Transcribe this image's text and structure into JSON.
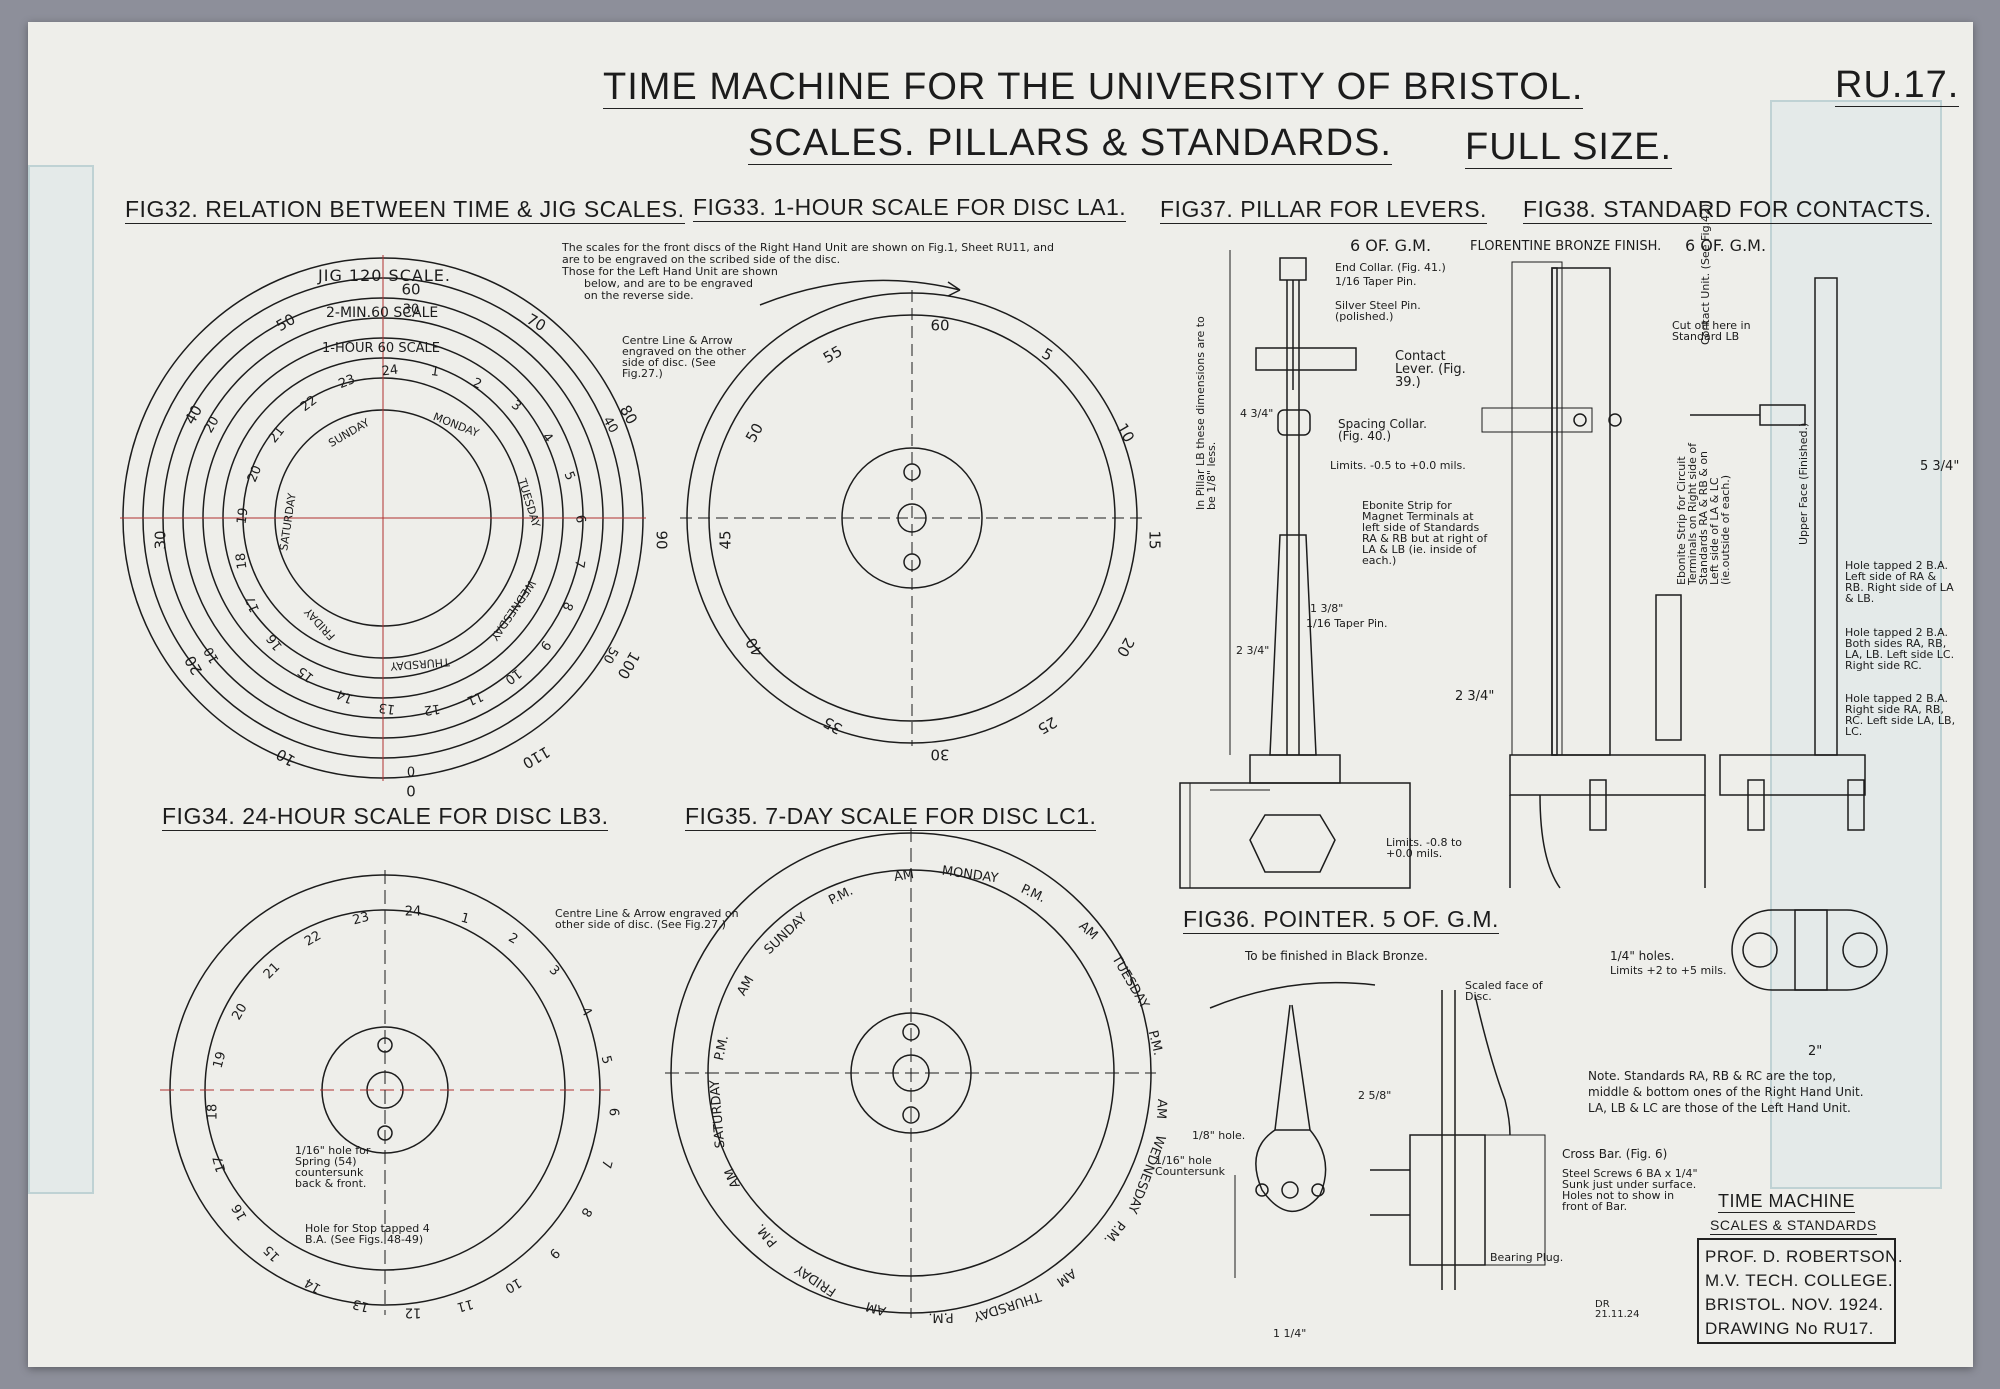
{
  "header": {
    "title": "TIME MACHINE FOR THE UNIVERSITY OF BRISTOL.",
    "subtitle": "SCALES. PILLARS & STANDARDS.",
    "scale_note": "FULL SIZE.",
    "drawing_ref": "RU.17."
  },
  "figures": {
    "fig32": "FIG32. RELATION BETWEEN TIME & JIG SCALES.",
    "fig33": "FIG33. 1-HOUR SCALE FOR DISC LA1.",
    "fig37": "FIG37. PILLAR FOR LEVERS.",
    "fig38": "FIG38. STANDARD FOR CONTACTS.",
    "fig34": "FIG34. 24-HOUR SCALE FOR DISC LB3.",
    "fig35": "FIG35. 7-DAY SCALE FOR DISC LC1.",
    "fig36": "FIG36. POINTER. 5 OF. G.M."
  },
  "notes": {
    "front_discs_1": "The scales for the front discs of the Right Hand Unit are shown on Fig.1, Sheet RU11, and",
    "front_discs_2": "are to be engraved on the scribed side of the disc.",
    "front_discs_3": "Those for the Left Hand Unit are shown",
    "front_discs_4": "below, and are to be engraved",
    "front_discs_5": "on the reverse side.",
    "centre_line_33": "Centre Line & Arrow engraved on the other side of disc. (See Fig.27.)",
    "centre_line_34": "Centre Line & Arrow engraved on other side of disc. (See Fig.27.)",
    "spring_hole": "1/16\" hole for Spring (54) countersunk back & front.",
    "stop_hole": "Hole for Stop tapped 4 B.A. (See Figs. 48-49)",
    "standards_note_1": "Note. Standards RA, RB & RC are the top,",
    "standards_note_2": "middle & bottom ones of the Right Hand Unit.",
    "standards_note_3": "LA, LB & LC are those of the Left Hand Unit.",
    "black_bronze": "To be finished in Black Bronze."
  },
  "fig32_scales": {
    "jig": "JIG 120 SCALE.",
    "two_min": "2-MIN.60 SCALE",
    "one_hour": "1-HOUR 60 SCALE",
    "outer_numbers": [
      "0",
      "10",
      "20",
      "30",
      "40",
      "50",
      "60",
      "70",
      "80",
      "90",
      "100",
      "110"
    ],
    "mid_numbers": [
      "0",
      "10",
      "20",
      "30",
      "40",
      "50"
    ],
    "hour_numbers": [
      "23",
      "24",
      "1",
      "2",
      "3",
      "4",
      "5",
      "6",
      "7",
      "8",
      "9",
      "10",
      "11",
      "12",
      "13",
      "14",
      "15",
      "16",
      "17",
      "18",
      "19",
      "20",
      "21",
      "22"
    ],
    "days": [
      "SUNDAY",
      "MONDAY",
      "TUESDAY",
      "WEDNESDAY",
      "THURSDAY",
      "FRIDAY",
      "SATURDAY"
    ]
  },
  "fig33_numbers": [
    "60",
    "5",
    "10",
    "15",
    "20",
    "25",
    "30",
    "35",
    "40",
    "45",
    "50",
    "55"
  ],
  "fig34_numbers": [
    "24",
    "1",
    "2",
    "3",
    "4",
    "5",
    "6",
    "7",
    "8",
    "9",
    "10",
    "11",
    "12",
    "13",
    "14",
    "15",
    "16",
    "17",
    "18",
    "19",
    "20",
    "21",
    "22",
    "23"
  ],
  "fig35_labels": [
    "MONDAY",
    "P.M.",
    "AM",
    "TUESDAY",
    "P.M.",
    "AM",
    "WEDNESDAY",
    "P.M.",
    "AM",
    "THURSDAY",
    "P.M.",
    "AM",
    "FRIDAY",
    "P.M.",
    "AM",
    "SATURDAY",
    "P.M.",
    "AM",
    "SUNDAY",
    "P.M.",
    "AM"
  ],
  "fig37": {
    "qty": "6 OF. G.M.",
    "end_collar": "End Collar. (Fig. 41.)",
    "taper_pin_top": "1/16 Taper Pin.",
    "silver_pin": "Silver Steel Pin. (polished.)",
    "contact_lever": "Contact Lever. (Fig. 39.)",
    "spacing_collar": "Spacing Collar. (Fig. 40.)",
    "limits_mid": "Limits. -0.5 to +0.0 mils.",
    "taper_pin": "1/16 Taper Pin.",
    "limits_low": "Limits. -0.8 to +0.0 mils.",
    "pillar_note": "In Pillar LB these dimensions are to be 1/8\" less.",
    "ebonite": "Ebonite Strip for Magnet Terminals at left side of Standards RA & RB but at right of LA & LB (ie. inside of each.)",
    "dim_1": "4 3/4\"",
    "dim_2": "2 3/4\"",
    "dim_3": "1 3/8\""
  },
  "fig38": {
    "finish": "FLORENTINE BRONZE FINISH.",
    "qty": "6 OF. G.M.",
    "cut_off": "Cut off here in Standard LB",
    "contact_unit": "Contact Unit. (See Fig.42)",
    "ebonite_strip": "Ebonite Strip for Circuit Terminals on Right side of Standards RA & RB & on Left side of LA & LC (ie.outside of each.)",
    "upper_face": "Upper Face (Finished.)",
    "hole_1": "Hole tapped 2 B.A. Left side of RA & RB. Right side of LA & LB.",
    "hole_2": "Hole tapped 2 B.A. Both sides RA, RB, LA, LB. Left side LC. Right side RC.",
    "hole_3": "Hole tapped 2 B.A. Right side RA, RB, RC. Left side LA, LB, LC.",
    "holes": "1/4\" holes.",
    "holes_limits": "Limits +2 to +5 mils.",
    "dim_height": "5 3/4\"",
    "dim_width": "2\"",
    "dim_low": "2 3/4\""
  },
  "fig36": {
    "scaled_face": "Scaled face of Disc.",
    "hole": "1/8\" hole.",
    "countersunk": "1/16\" hole Countersunk",
    "cross_bar": "Cross Bar. (Fig. 6)",
    "steel_screws": "Steel Screws 6 BA x 1/4\" Sunk just under surface. Holes not to show in front of Bar.",
    "bearing_plug": "Bearing Plug.",
    "dim_1": "1 1/4\"",
    "dim_2": "2 5/8\""
  },
  "title_block": {
    "title": "TIME MACHINE",
    "subtitle": "SCALES & STANDARDS",
    "author": "PROF. D. ROBERTSON.",
    "college": "M.V. TECH. COLLEGE.",
    "place_date": "BRISTOL. NOV. 1924.",
    "drawing_no": "DRAWING No RU17."
  },
  "initials": "DR 21.11.24",
  "colors": {
    "paper": "#eeeeea",
    "ink": "#1c1c1c",
    "red_line": "#b03030",
    "background": "#8d8f9a"
  }
}
